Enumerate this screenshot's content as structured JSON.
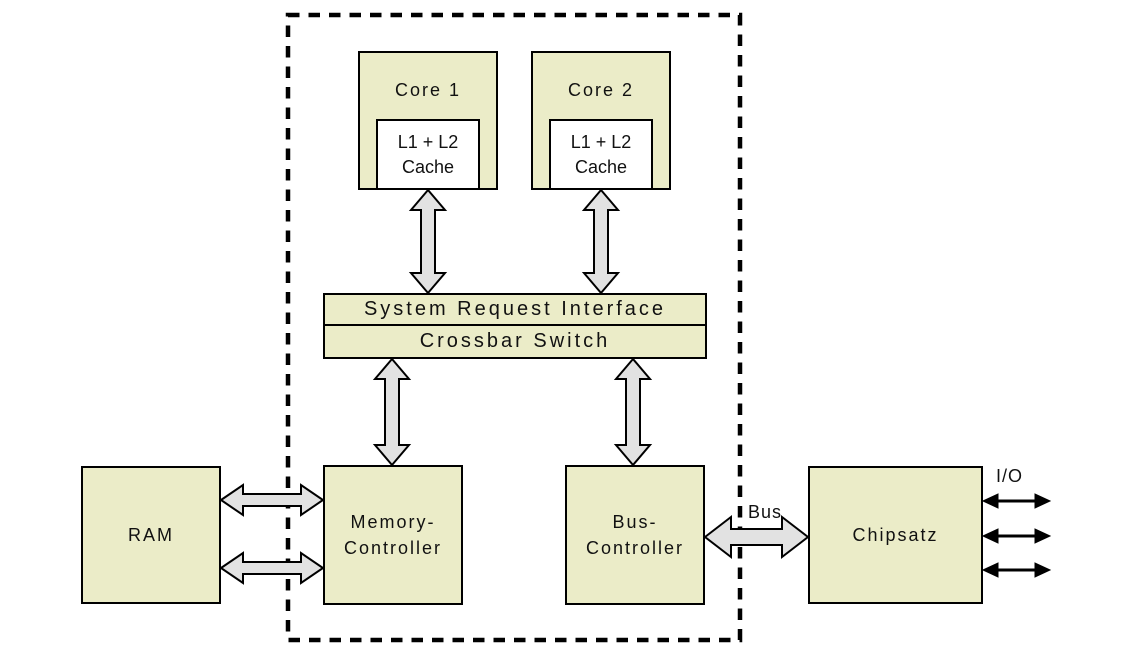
{
  "diagram": {
    "description": "Dual-core CPU block diagram with CPU die boundary (dashed), caches, system request interface, crossbar switch, controllers, RAM and chipset",
    "nodes": {
      "core1": {
        "label": "Core 1"
      },
      "core2": {
        "label": "Core 2"
      },
      "cache1": {
        "line1": "L1 + L2",
        "line2": "Cache"
      },
      "cache2": {
        "line1": "L1 + L2",
        "line2": "Cache"
      },
      "sri": {
        "label": "System Request Interface"
      },
      "crossbar": {
        "label": "Crossbar Switch"
      },
      "ram": {
        "label": "RAM"
      },
      "memory_controller": {
        "line1": "Memory-",
        "line2": "Controller"
      },
      "bus_controller": {
        "line1": "Bus-",
        "line2": "Controller"
      },
      "chipset": {
        "label": "Chipsatz"
      }
    },
    "labels": {
      "bus": "Bus",
      "io": "I/O"
    },
    "edges": [
      {
        "from": "cache1",
        "to": "sri",
        "style": "block-double-arrow"
      },
      {
        "from": "cache2",
        "to": "sri",
        "style": "block-double-arrow"
      },
      {
        "from": "crossbar",
        "to": "memory_controller",
        "style": "block-double-arrow"
      },
      {
        "from": "crossbar",
        "to": "bus_controller",
        "style": "block-double-arrow"
      },
      {
        "from": "ram",
        "to": "memory_controller",
        "style": "block-double-arrow",
        "count": 2
      },
      {
        "from": "bus_controller",
        "to": "chipset",
        "style": "block-double-arrow",
        "label": "Bus"
      },
      {
        "from": "chipset",
        "to": "io",
        "style": "thin-double-arrow",
        "count": 3,
        "label": "I/O"
      }
    ],
    "colors": {
      "node_fill": "#ebecc8",
      "cache_fill": "#ffffff",
      "arrow_fill": "#e2e2e2",
      "io_arrow": "#000000",
      "border": "#000000",
      "background": "#ffffff"
    }
  }
}
